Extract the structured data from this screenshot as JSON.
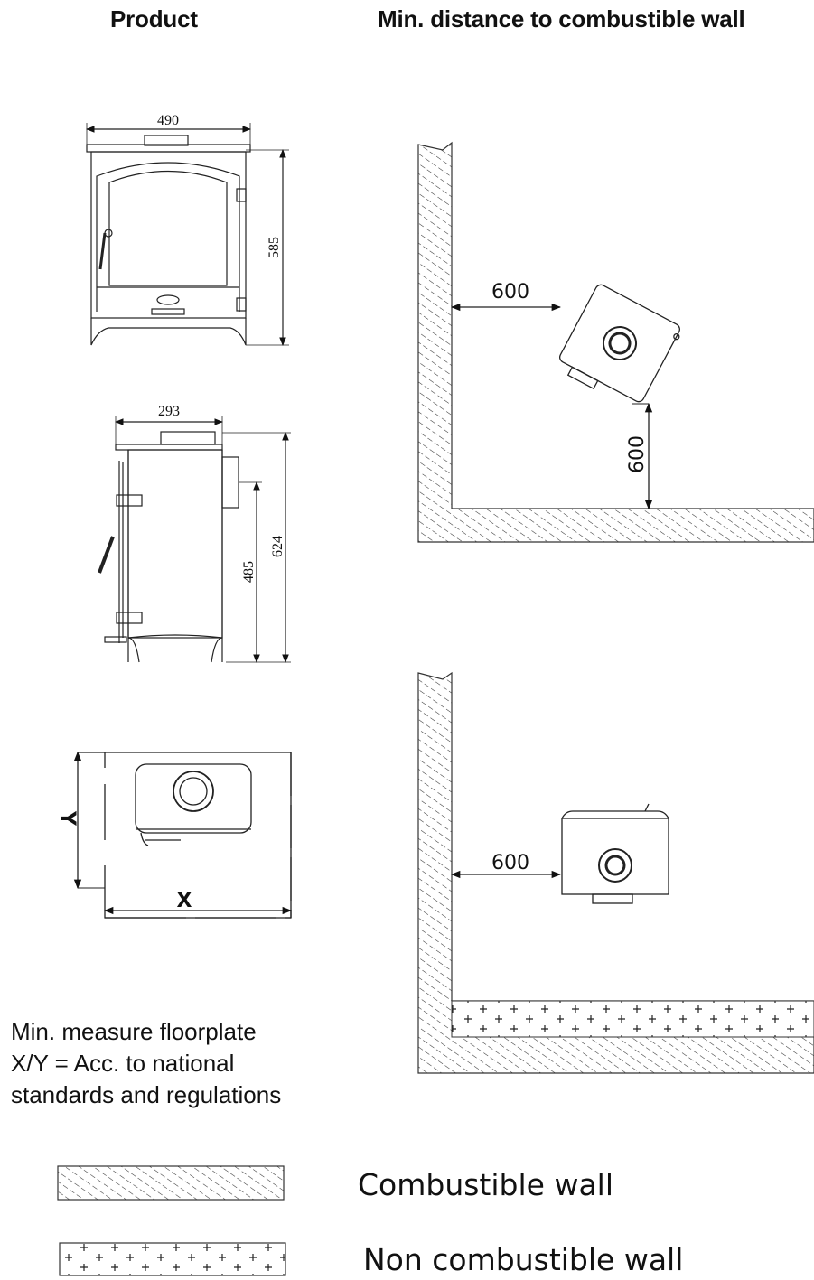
{
  "headings": {
    "product": "Product",
    "distance": "Min. distance to combustible wall"
  },
  "front_view": {
    "width_label": "490",
    "height_label": "585"
  },
  "side_view": {
    "depth_label": "293",
    "flue_height_label": "485",
    "height_label": "624"
  },
  "top_view": {
    "y_label": "Y",
    "x_label": "X"
  },
  "corner_install": {
    "side_clearance": "600",
    "rear_clearance": "600"
  },
  "wall_install": {
    "side_clearance": "600"
  },
  "note": {
    "line1": "Min. measure floorplate",
    "line2": "X/Y = Acc. to national",
    "line3": "standards and regulations"
  },
  "legend": {
    "combustible": "Combustible wall",
    "non_combustible": "Non combustible wall"
  }
}
